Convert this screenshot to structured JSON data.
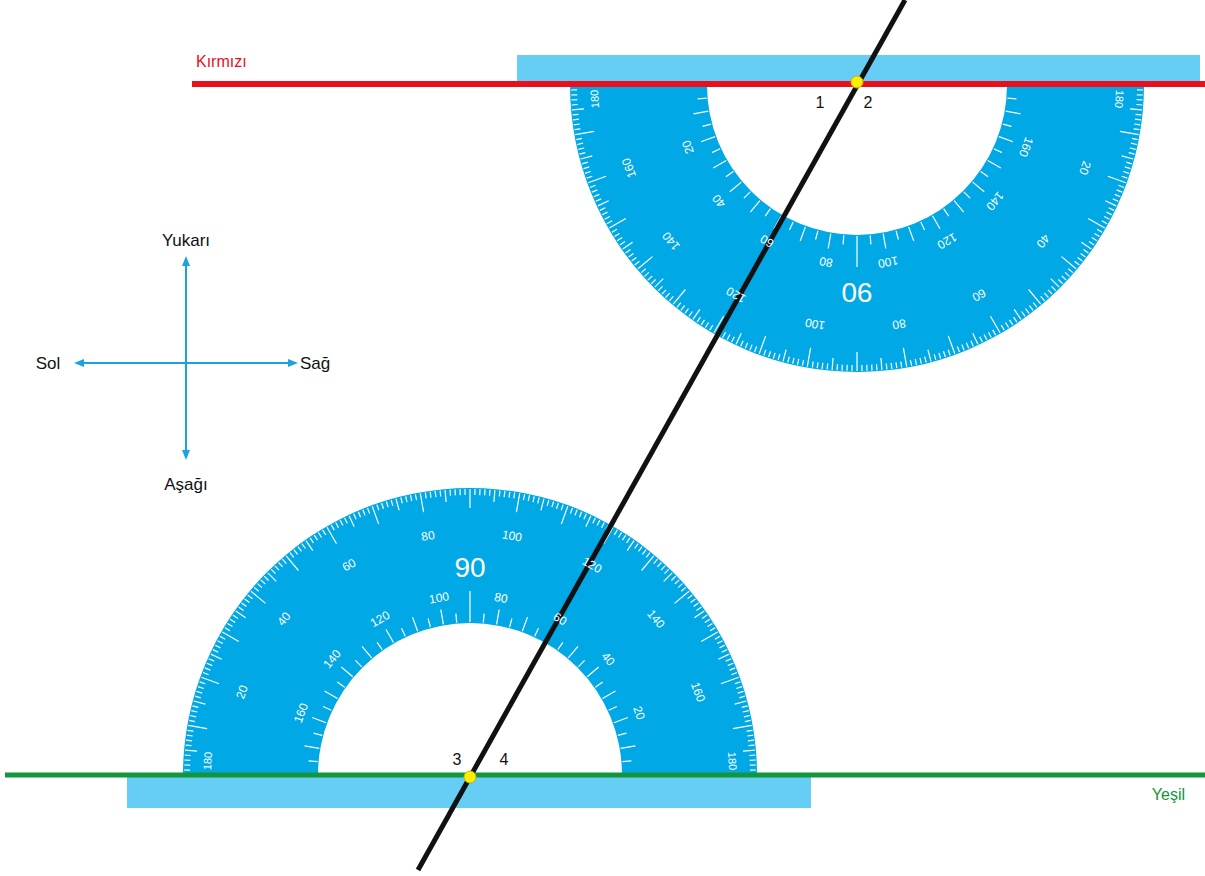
{
  "diagram": {
    "labels": [
      "Kırmızı",
      "1",
      "2",
      "180",
      "20",
      "40",
      "60",
      "80",
      "100",
      "120",
      "140",
      "160",
      "90",
      "160",
      "140",
      "120",
      "100",
      "80",
      "60",
      "40",
      "20",
      "180",
      "Yukarı",
      "Sol",
      "Sağ",
      "Aşağı",
      "180",
      "20",
      "40",
      "60",
      "80",
      "100",
      "120",
      "140",
      "160",
      "90",
      "160",
      "140",
      "120",
      "100",
      "80",
      "60",
      "40",
      "20",
      "180",
      "3",
      "4",
      "Yeşil"
    ]
  }
}
